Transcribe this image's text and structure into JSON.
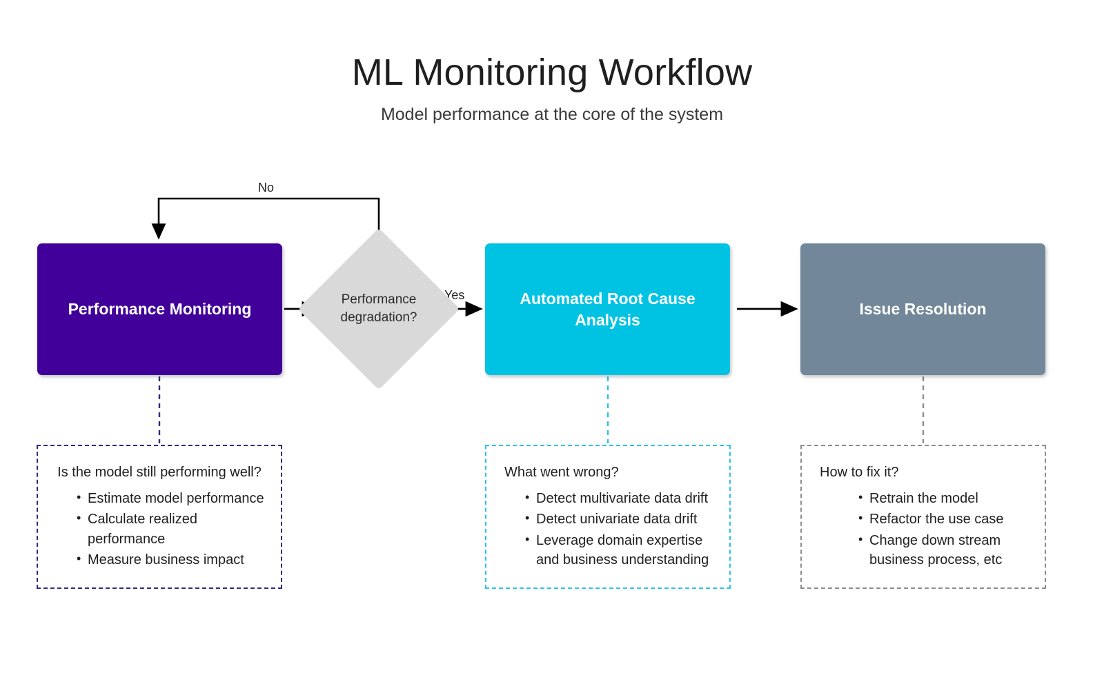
{
  "header": {
    "title": "ML Monitoring Workflow",
    "subtitle": "Model performance at the core of the system"
  },
  "colors": {
    "performance_monitoring": "#400099",
    "root_cause_analysis": "#00c3e3",
    "issue_resolution": "#73879a",
    "decision": "#d9d9d9",
    "background": "#ffffff",
    "arrow": "#000000",
    "panel_border_performance": "#2f2a7a",
    "panel_border_root_cause": "#2ec2e8",
    "panel_border_resolution": "#8d8d8d"
  },
  "nodes": {
    "performance_monitoring": {
      "label": "Performance Monitoring"
    },
    "decision": {
      "label": "Performance degradation?"
    },
    "root_cause": {
      "label": "Automated Root Cause Analysis"
    },
    "issue_resolution": {
      "label": "Issue Resolution"
    }
  },
  "edges": {
    "no_label": "No",
    "yes_label": "Yes"
  },
  "panels": {
    "performance": {
      "question": "Is the model still performing well?",
      "items": [
        "Estimate model performance",
        "Calculate realized performance",
        "Measure business impact"
      ]
    },
    "root_cause": {
      "question": "What went wrong?",
      "items": [
        "Detect multivariate data drift",
        "Detect univariate data drift",
        "Leverage domain expertise"
      ],
      "item3_continuation": "and business understanding"
    },
    "resolution": {
      "question": "How to fix it?",
      "items": [
        "Retrain the model",
        "Refactor the use case",
        "Change down stream"
      ],
      "item3_continuation": "business process, etc"
    }
  }
}
